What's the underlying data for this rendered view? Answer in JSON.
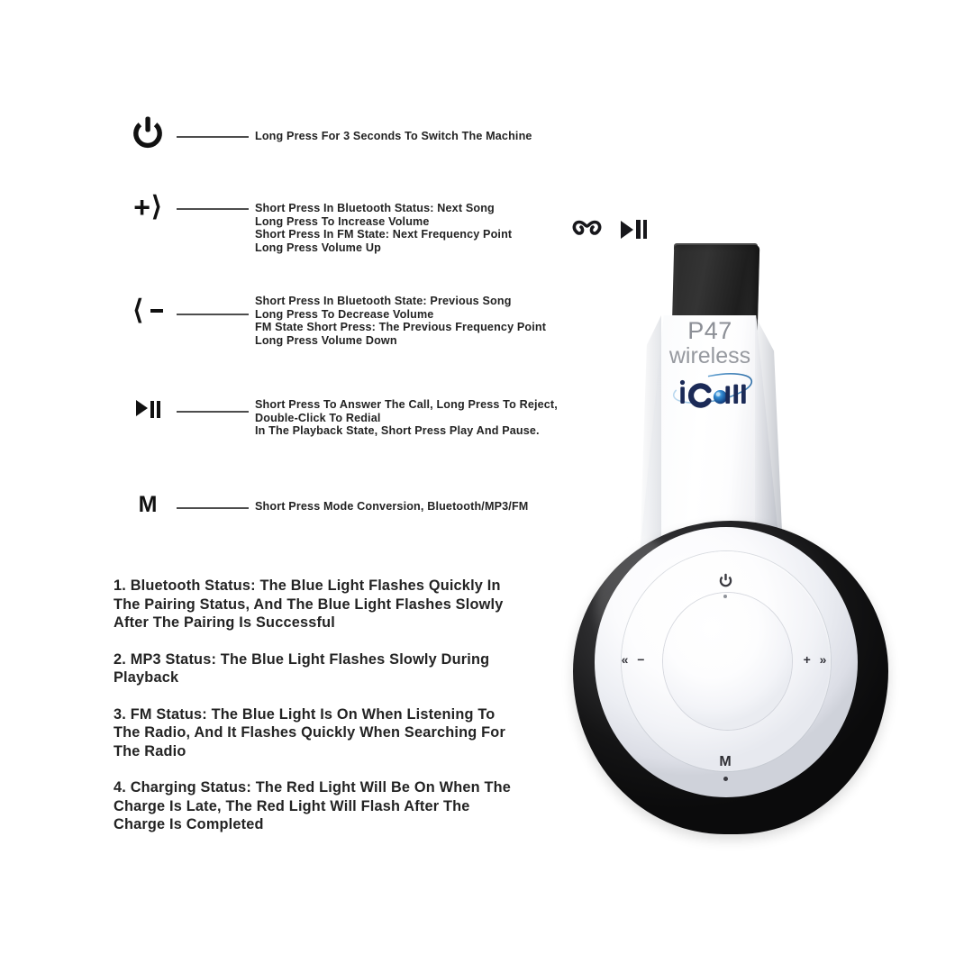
{
  "product": {
    "model": "P47",
    "model_sub": "wireless",
    "brand": "iCall",
    "brand_colors": {
      "letters": "#1b2a57",
      "sphere": "#1f6fc4",
      "swoosh": "#7fb0dc"
    },
    "earcup": {
      "power_label": "⏻",
      "mode_label": "M",
      "left_label": "«  −",
      "right_label": "+  »",
      "center_icons": [
        "call-handset-icon",
        "play-pause-icon"
      ]
    }
  },
  "legend": [
    {
      "icon": "power-icon",
      "glyph": "⏻",
      "lines": [
        "Long Press For 3 Seconds To Switch The Machine"
      ]
    },
    {
      "icon": "volume-up-next-icon",
      "glyph": "+ »",
      "lines": [
        "Short Press In Bluetooth Status: Next Song",
        "Long Press To Increase Volume",
        "Short Press In FM State: Next Frequency Point",
        "Long Press Volume Up"
      ]
    },
    {
      "icon": "volume-down-previous-icon",
      "glyph": "« −",
      "lines": [
        "Short Press In Bluetooth State: Previous Song",
        "Long Press To Decrease Volume",
        "FM State Short Press: The Previous Frequency Point",
        "Long Press Volume Down"
      ]
    },
    {
      "icon": "play-pause-icon",
      "glyph": "▶‖",
      "lines": [
        "Short Press To Answer The Call, Long Press To Reject,",
        "Double-Click To Redial",
        "In The Playback State, Short Press Play And Pause."
      ]
    },
    {
      "icon": "mode-icon",
      "glyph": "M",
      "lines": [
        "Short Press Mode Conversion, Bluetooth/MP3/FM"
      ]
    }
  ],
  "notes": [
    {
      "lines": [
        "1. Bluetooth Status: The Blue Light Flashes Quickly In",
        "The Pairing Status, And The Blue Light Flashes Slowly",
        "After The Pairing Is Successful"
      ]
    },
    {
      "lines": [
        "2. MP3 Status: The Blue Light Flashes Slowly During",
        "Playback"
      ]
    },
    {
      "lines": [
        "3. FM Status: The Blue Light Is On When Listening To",
        "The Radio, And It Flashes Quickly When Searching For",
        "The Radio"
      ]
    },
    {
      "lines": [
        "4. Charging Status: The Red Light Will Be On When The",
        "Charge Is Late, The Red Light Will Flash After The",
        "Charge Is Completed"
      ]
    }
  ]
}
